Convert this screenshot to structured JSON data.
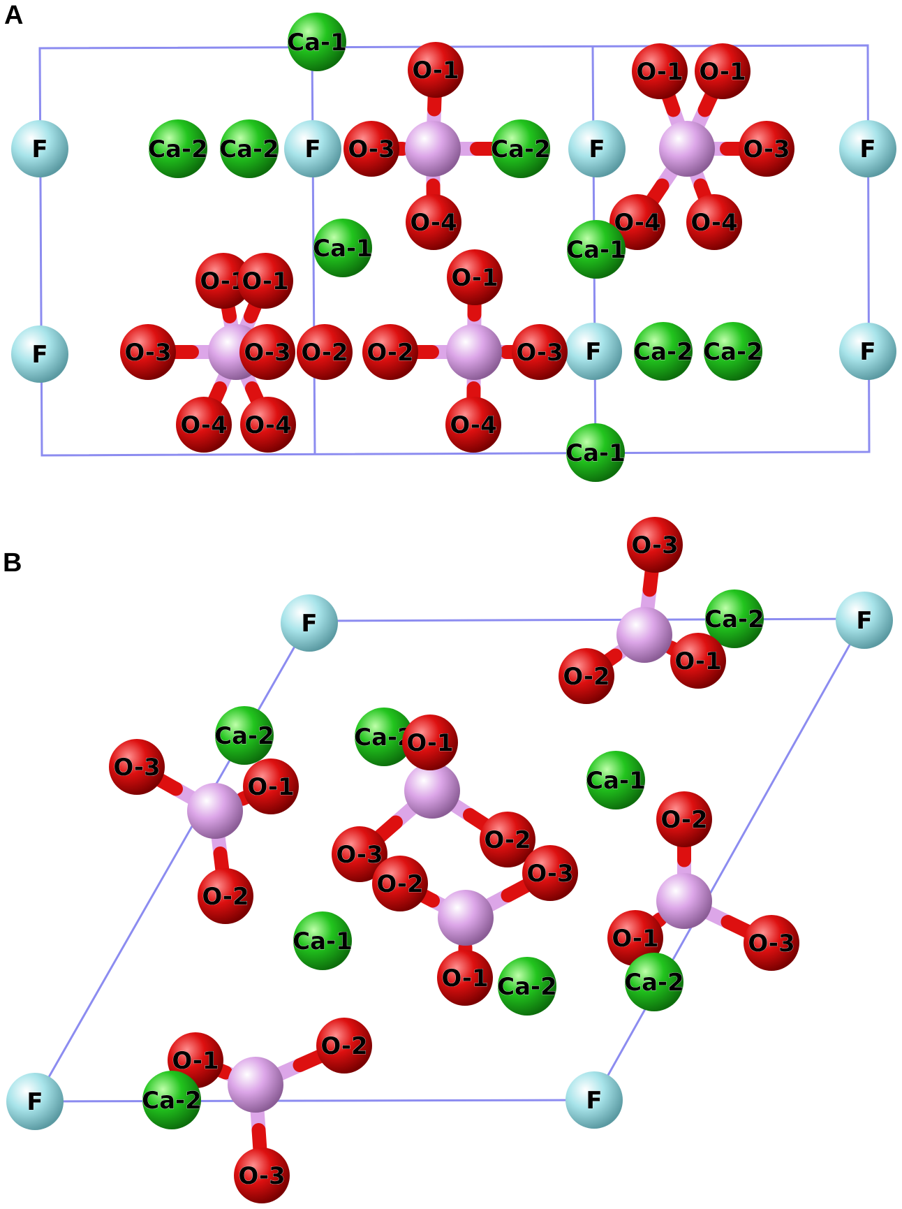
{
  "colors": {
    "Ca": "#22c41e",
    "O": "#dd1010",
    "F": "#a8e4ea",
    "P": "#dca6e8",
    "bond_P": "#dca6e8",
    "bond_O": "#dd1010",
    "cell": "#8c8cf0"
  },
  "panels": [
    {
      "label": "A",
      "atoms": [
        {
          "el": "Ca",
          "text": "Ca-1"
        },
        {
          "el": "F",
          "text": "F"
        },
        {
          "el": "Ca",
          "text": "Ca-2"
        },
        {
          "el": "Ca",
          "text": "Ca-2"
        },
        {
          "el": "F",
          "text": "F"
        },
        {
          "el": "O",
          "text": "O-1"
        },
        {
          "el": "O",
          "text": "O-3"
        },
        {
          "el": "O",
          "text": "O-4"
        },
        {
          "el": "Ca",
          "text": "Ca-2"
        },
        {
          "el": "O",
          "text": "O-1"
        },
        {
          "el": "O",
          "text": "O-1"
        },
        {
          "el": "F",
          "text": "F"
        },
        {
          "el": "O",
          "text": "O-3"
        },
        {
          "el": "O",
          "text": "O-4"
        },
        {
          "el": "O",
          "text": "O-4"
        },
        {
          "el": "F",
          "text": "F"
        },
        {
          "el": "Ca",
          "text": "Ca-1"
        },
        {
          "el": "Ca",
          "text": "Ca-1"
        },
        {
          "el": "O",
          "text": "O-1"
        },
        {
          "el": "O",
          "text": "O-1"
        },
        {
          "el": "O",
          "text": "O-3"
        },
        {
          "el": "O",
          "text": "O-3"
        },
        {
          "el": "O",
          "text": "O-4"
        },
        {
          "el": "O",
          "text": "O-4"
        },
        {
          "el": "F",
          "text": "F"
        },
        {
          "el": "O",
          "text": "O-2"
        },
        {
          "el": "O",
          "text": "O-2"
        },
        {
          "el": "O",
          "text": "O-1"
        },
        {
          "el": "O",
          "text": "O-3"
        },
        {
          "el": "O",
          "text": "O-4"
        },
        {
          "el": "F",
          "text": "F"
        },
        {
          "el": "Ca",
          "text": "Ca-2"
        },
        {
          "el": "Ca",
          "text": "Ca-2"
        },
        {
          "el": "F",
          "text": "F"
        },
        {
          "el": "Ca",
          "text": "Ca-1"
        }
      ]
    },
    {
      "label": "B",
      "atoms": [
        {
          "el": "F",
          "text": "F"
        },
        {
          "el": "F",
          "text": "F"
        },
        {
          "el": "F",
          "text": "F"
        },
        {
          "el": "F",
          "text": "F"
        },
        {
          "el": "O",
          "text": "O-3"
        },
        {
          "el": "Ca",
          "text": "Ca-2"
        },
        {
          "el": "O",
          "text": "O-1"
        },
        {
          "el": "O",
          "text": "O-2"
        },
        {
          "el": "Ca",
          "text": "Ca-2"
        },
        {
          "el": "O",
          "text": "O-3"
        },
        {
          "el": "O",
          "text": "O-1"
        },
        {
          "el": "O",
          "text": "O-2"
        },
        {
          "el": "Ca",
          "text": "Ca-2"
        },
        {
          "el": "O",
          "text": "O-1"
        },
        {
          "el": "Ca",
          "text": "Ca-1"
        },
        {
          "el": "O",
          "text": "O-3"
        },
        {
          "el": "O",
          "text": "O-2"
        },
        {
          "el": "O",
          "text": "O-2"
        },
        {
          "el": "O",
          "text": "O-3"
        },
        {
          "el": "O",
          "text": "O-1"
        },
        {
          "el": "Ca",
          "text": "Ca-2"
        },
        {
          "el": "Ca",
          "text": "Ca-1"
        },
        {
          "el": "O",
          "text": "O-2"
        },
        {
          "el": "O",
          "text": "O-1"
        },
        {
          "el": "O",
          "text": "O-3"
        },
        {
          "el": "Ca",
          "text": "Ca-2"
        },
        {
          "el": "O",
          "text": "O-1"
        },
        {
          "el": "O",
          "text": "O-2"
        },
        {
          "el": "Ca",
          "text": "Ca-2"
        },
        {
          "el": "O",
          "text": "O-3"
        }
      ]
    }
  ]
}
